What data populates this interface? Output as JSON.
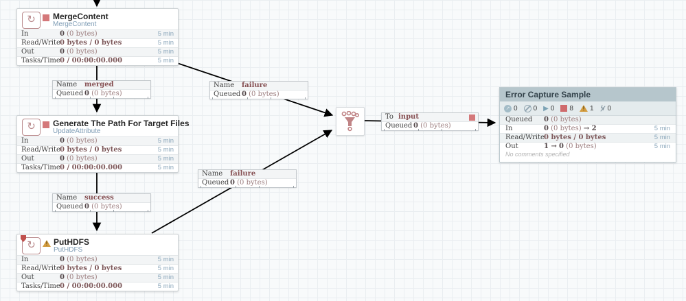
{
  "stat_labels": {
    "in": "In",
    "read_write": "Read/Write",
    "out": "Out",
    "tasks_time": "Tasks/Time",
    "queued": "Queued",
    "name": "Name",
    "to": "To"
  },
  "window": "5 min",
  "processors": [
    {
      "title": "MergeContent",
      "type": "MergeContent",
      "state": "stopped",
      "in_num": "0",
      "in_bytes": "(0 bytes)",
      "read_write": "0 bytes / 0 bytes",
      "out_num": "0",
      "out_bytes": "(0 bytes)",
      "tasks_time": "0 / 00:00:00.000"
    },
    {
      "title": "Generate The Path For Target Files",
      "type": "UpdateAttribute",
      "state": "stopped",
      "in_num": "0",
      "in_bytes": "(0 bytes)",
      "read_write": "0 bytes / 0 bytes",
      "out_num": "0",
      "out_bytes": "(0 bytes)",
      "tasks_time": "0 / 00:00:00.000"
    },
    {
      "title": "PutHDFS",
      "type": "PutHDFS",
      "state": "invalid",
      "in_num": "0",
      "in_bytes": "(0 bytes)",
      "read_write": "0 bytes / 0 bytes",
      "out_num": "0",
      "out_bytes": "(0 bytes)",
      "tasks_time": "0 / 00:00:00.000"
    }
  ],
  "connections": [
    {
      "name": "merged",
      "queued_num": "0",
      "queued_bytes": "(0 bytes)"
    },
    {
      "name": "failure",
      "queued_num": "0",
      "queued_bytes": "(0 bytes)"
    },
    {
      "name": "failure",
      "queued_num": "0",
      "queued_bytes": "(0 bytes)"
    },
    {
      "name": "success",
      "queued_num": "0",
      "queued_bytes": "(0 bytes)"
    }
  ],
  "to_input": {
    "port": "input",
    "queued_num": "0",
    "queued_bytes": "(0 bytes)"
  },
  "process_group": {
    "title": "Error Capture Sample",
    "badges": [
      {
        "icon": "transmitting-icon",
        "count": "0"
      },
      {
        "icon": "not-transmitting-icon",
        "count": "0"
      },
      {
        "icon": "running-icon",
        "count": "0"
      },
      {
        "icon": "stopped-icon",
        "count": "8"
      },
      {
        "icon": "invalid-icon",
        "count": "1"
      },
      {
        "icon": "disabled-icon",
        "count": "0"
      }
    ],
    "queued_num": "0",
    "queued_bytes": "(0 bytes)",
    "in_num": "0",
    "in_bytes": "(0 bytes)",
    "in_ports": "→ 2",
    "read_write": "0 bytes / 0 bytes",
    "out_ports": "1 →",
    "out_num": "0",
    "out_bytes": "(0 bytes)",
    "comments": "No comments specified"
  },
  "colors": {
    "stopped_red": "#cf6a6c",
    "warning_amber": "#d39c3f",
    "type_link_blue": "#7e9cb5",
    "stat_maroon": "#7d585a",
    "group_header": "#b6c6cc"
  }
}
